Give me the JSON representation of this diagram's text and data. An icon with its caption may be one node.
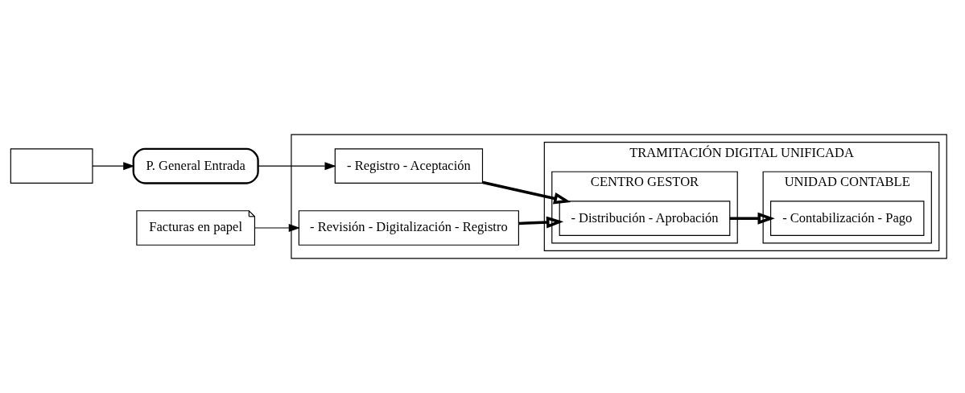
{
  "diagram": {
    "nodes": [
      {
        "text": [],
        "shape": "box"
      },
      {
        "text": [
          "P. General Entrada"
        ]
      },
      {
        "text": [],
        "shape": "box"
      },
      {
        "text": [
          "- Registro - Aceptación"
        ],
        "in": 2
      },
      {
        "text": [
          "- Revisión - Digitalización - Registro"
        ],
        "in": 2
      },
      {
        "text": [
          "TRAMITACIÓN DIGITAL UNIFICADA"
        ],
        "in": 2
      },
      {
        "text": [
          "CENTRO GESTOR"
        ],
        "in": 5
      },
      {
        "text": [
          "- Distribución - Aprobación"
        ],
        "in": 6
      },
      {
        "text": [
          "UNIDAD CONTABLE"
        ],
        "in": 5
      },
      {
        "text": [
          "- Contabilización - Pago"
        ],
        "in": 8
      },
      {
        "text": [
          "Facturas en papel"
        ]
      }
    ],
    "edges": [
      {
        "from": 0,
        "to": 1,
        "arrow": "to"
      },
      {
        "from": 1,
        "to": 3,
        "arrow": "to"
      },
      {
        "from": 10,
        "to": 4,
        "arrow": "to"
      },
      {
        "from": 3,
        "to": 7,
        "arrow": "to",
        "style": "thick"
      },
      {
        "from": 4,
        "to": 7,
        "arrow": "to",
        "style": "thick"
      },
      {
        "from": 7,
        "to": 9,
        "arrow": "to",
        "style": "thick"
      }
    ]
  }
}
